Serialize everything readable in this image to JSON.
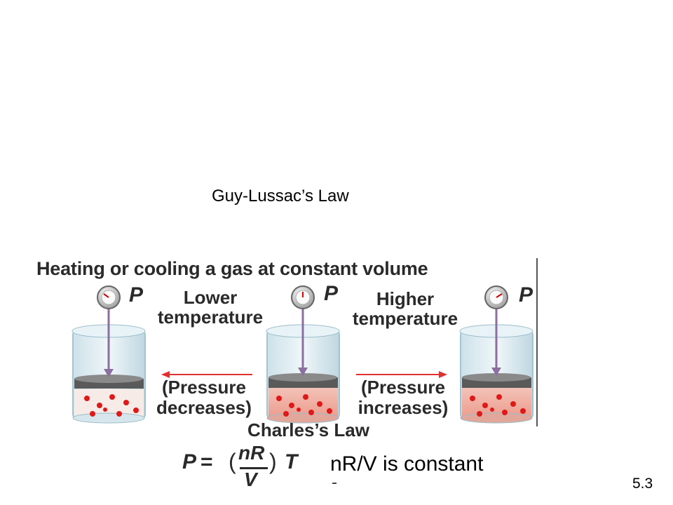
{
  "slide": {
    "title": "Guy-Lussac’s Law",
    "note": "nR/V is constant",
    "number": "5.3"
  },
  "diagram": {
    "heading": "Heating or cooling a gas at constant volume",
    "pressure_symbol": "P",
    "lower": [
      "Lower",
      "temperature"
    ],
    "higher": [
      "Higher",
      "temperature"
    ],
    "decreases": [
      "(Pressure",
      "decreases)"
    ],
    "increases": [
      "(Pressure",
      "increases)"
    ],
    "caption": "Charles’s Law",
    "equation": {
      "p": "P",
      "eq": "=",
      "open": "(",
      "num": "nR",
      "den": "V",
      "close": ")",
      "t": "T"
    },
    "colors": {
      "arrow": "#e03030",
      "piston": "#8c6fa0",
      "liquid_cold": "#f6e6e2",
      "liquid_warm": "#f0b3a8",
      "molecule": "#e01818"
    }
  }
}
